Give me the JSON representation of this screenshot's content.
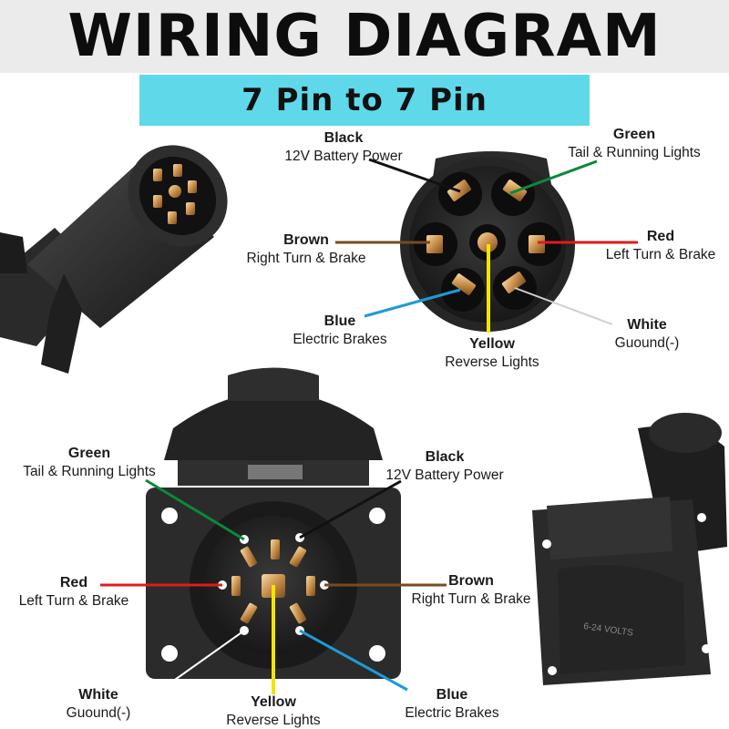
{
  "header": {
    "title": "WIRING DIAGRAM",
    "subtitle": "7 Pin to 7 Pin"
  },
  "top_connector": {
    "labels": [
      {
        "color_name": "Black",
        "function": "12V Battery Power"
      },
      {
        "color_name": "Green",
        "function": "Tail & Running Lights"
      },
      {
        "color_name": "Brown",
        "function": "Right Turn & Brake"
      },
      {
        "color_name": "Red",
        "function": "Left Turn & Brake"
      },
      {
        "color_name": "Blue",
        "function": "Electric Brakes"
      },
      {
        "color_name": "White",
        "function": "Guound(-)"
      },
      {
        "color_name": "Yellow",
        "function": "Reverse Lights"
      }
    ]
  },
  "bottom_socket": {
    "labels": [
      {
        "color_name": "Green",
        "function": "Tail & Running Lights"
      },
      {
        "color_name": "Black",
        "function": "12V Battery Power"
      },
      {
        "color_name": "Red",
        "function": "Left Turn & Brake"
      },
      {
        "color_name": "Brown",
        "function": "Right Turn & Brake"
      },
      {
        "color_name": "White",
        "function": "Guound(-)"
      },
      {
        "color_name": "Yellow",
        "function": "Reverse Lights"
      },
      {
        "color_name": "Blue",
        "function": "Electric Brakes"
      }
    ],
    "socket_marking": "6-24 VOLTS"
  },
  "wire_colors": {
    "black": "#111111",
    "green": "#0a8a3a",
    "brown": "#7a4a1e",
    "red": "#e01b1b",
    "blue": "#1e9ad6",
    "white": "#d8d8d8",
    "yellow": "#f2e500",
    "accent_bar": "#5fd9ea"
  }
}
